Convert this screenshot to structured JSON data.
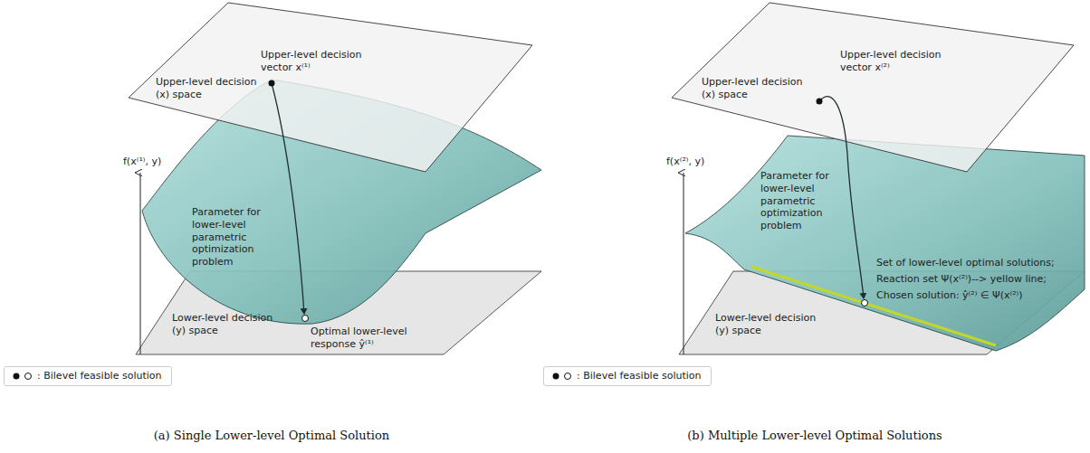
{
  "diagram": {
    "nodes": [
      {
        "text": [
          "Upper-level decision (x) space",
          "Upper-level decision vector x⁽¹⁾"
        ]
      },
      {
        "text": [
          "Parameter for lower-level parametric optimization problem"
        ]
      },
      {
        "text": [
          "Lower-level decision (y) space",
          "Optimal lower-level response ŷ⁽¹⁾"
        ]
      },
      {
        "text": [
          "Upper-level decision (x) space",
          "Upper-level decision vector x⁽²⁾"
        ]
      },
      {
        "text": [
          "Parameter for lower-level parametric optimization problem"
        ]
      },
      {
        "text": [
          "Lower-level decision (y) space"
        ]
      }
    ],
    "labels": [
      "f(x⁽¹⁾, y)",
      "f(x⁽²⁾, y)",
      "Set of lower-level optimal solutions;",
      "Reaction set Ψ(x⁽²⁾)--> yellow line;",
      "Chosen solution: ŷ⁽²⁾ ∈ Ψ(x⁽²⁾)",
      "(a) Single Lower-level Optimal Solution",
      "(b) Multiple Lower-level Optimal Solutions"
    ],
    "legend": [
      {
        "text": ": Bilevel feasible solution"
      },
      {
        "text": ": Bilevel feasible solution"
      }
    ]
  }
}
